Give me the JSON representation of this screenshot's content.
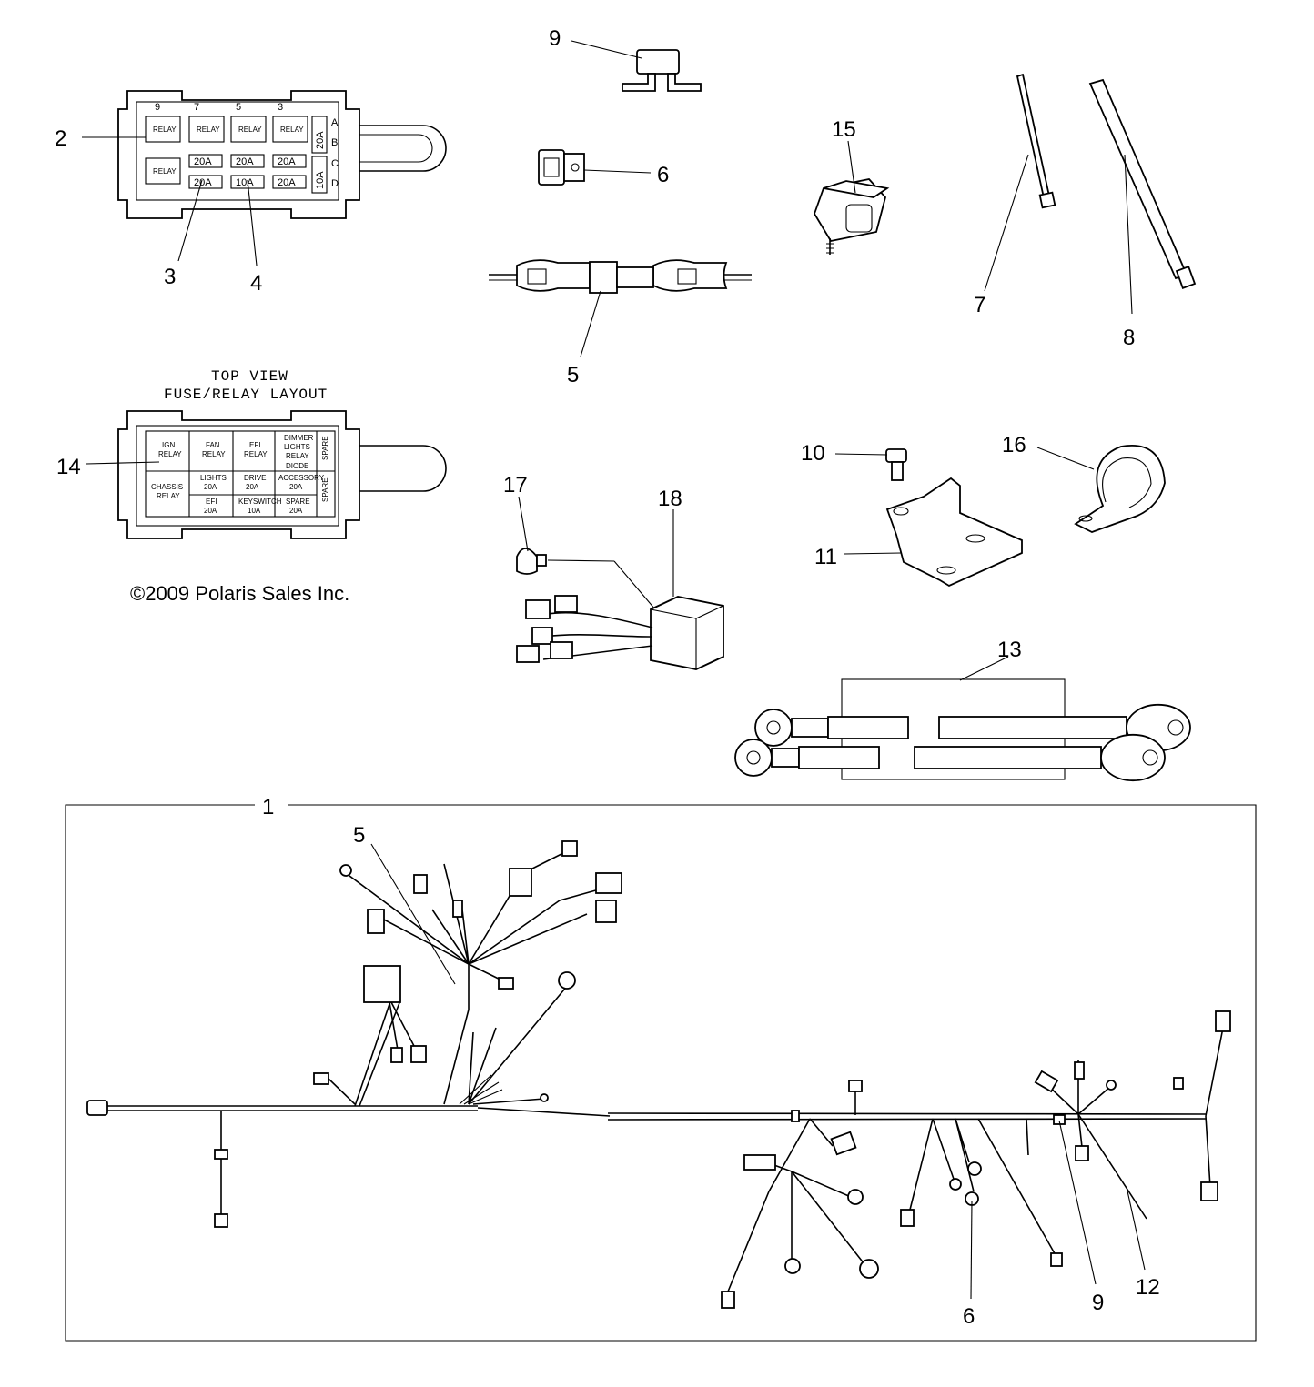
{
  "callouts": {
    "c1": "1",
    "c2": "2",
    "c3": "3",
    "c4": "4",
    "c5a": "5",
    "c5b": "5",
    "c6a": "6",
    "c6b": "6",
    "c7": "7",
    "c8": "8",
    "c9a": "9",
    "c9b": "9",
    "c10": "10",
    "c11": "11",
    "c12": "12",
    "c13": "13",
    "c14": "14",
    "c15": "15",
    "c16": "16",
    "c17": "17",
    "c18": "18"
  },
  "fuse_box": {
    "top_numbers": [
      "9",
      "7",
      "5",
      "3"
    ],
    "row_letters": [
      "A",
      "B",
      "C",
      "D"
    ],
    "relay_label": "RELAY",
    "fuses_row1": [
      "20A",
      "20A",
      "20A"
    ],
    "fuses_row2": [
      "20A",
      "10A",
      "20A"
    ],
    "side_fuses": [
      "20A",
      "10A"
    ]
  },
  "layout": {
    "title_line1": "TOP VIEW",
    "title_line2": "FUSE/RELAY LAYOUT",
    "cells": {
      "ign_relay": [
        "IGN",
        "RELAY"
      ],
      "fan_relay": [
        "FAN",
        "RELAY"
      ],
      "efi_relay": [
        "EFI",
        "RELAY"
      ],
      "dimmer": [
        "DIMMER",
        "LIGHTS",
        "RELAY"
      ],
      "spare_top": "SPARE",
      "chassis_relay": [
        "CHASSIS",
        "RELAY"
      ],
      "lights": [
        "LIGHTS",
        "20A"
      ],
      "efi": [
        "EFI",
        "20A"
      ],
      "drive": [
        "DRIVE",
        "20A"
      ],
      "keyswitch": [
        "KEYSWITCH",
        "10A"
      ],
      "accessory": [
        "ACCESSORY",
        "20A"
      ],
      "spare_fuse": [
        "SPARE",
        "20A"
      ],
      "spare_side": "SPARE",
      "diode": "DIODE"
    }
  },
  "copyright": "©2009 Polaris Sales Inc."
}
